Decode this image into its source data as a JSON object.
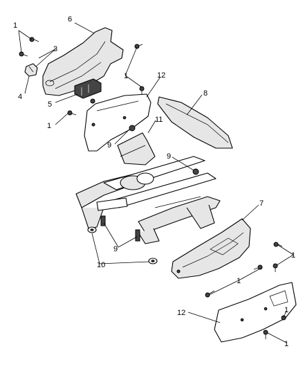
{
  "callouts": {
    "c1a": "1",
    "c1b": "1",
    "c1c": "1",
    "c1d": "1",
    "c1e": "1",
    "c1f": "1",
    "c1g": "1",
    "c3": "3",
    "c4": "4",
    "c5": "5",
    "c6": "6",
    "c7": "7",
    "c8": "8",
    "c9a": "9",
    "c9b": "9",
    "c9c": "9",
    "c10": "10",
    "c11": "11",
    "c12a": "12",
    "c12b": "12"
  }
}
